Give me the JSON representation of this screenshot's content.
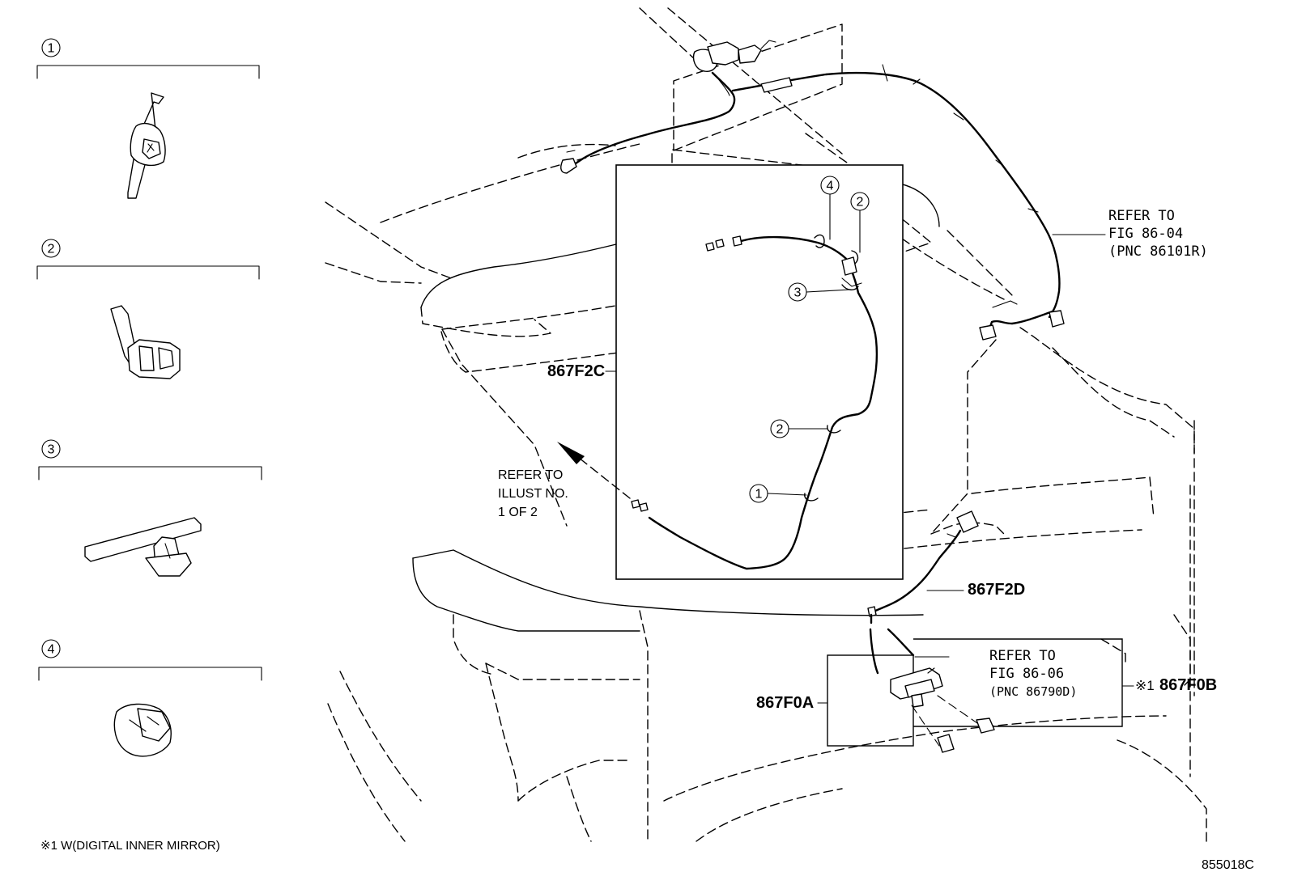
{
  "legend_items": [
    {
      "num": "1",
      "icon": "clip-1-icon"
    },
    {
      "num": "2",
      "icon": "clip-2-icon"
    },
    {
      "num": "3",
      "icon": "clip-3-icon"
    },
    {
      "num": "4",
      "icon": "clip-4-icon"
    }
  ],
  "callouts": {
    "inset_marks": [
      "4",
      "2",
      "3",
      "2",
      "1"
    ]
  },
  "part_numbers": {
    "f2c": "867F2C",
    "f2d": "867F2D",
    "f0a": "867F0A",
    "f0b": "867F0B"
  },
  "refer_fig_86_04": {
    "line1": "REFER TO",
    "line2": "FIG 86-04",
    "line3": "(PNC 86101R)"
  },
  "refer_illust": {
    "line1": "REFER TO",
    "line2": "ILLUST NO.",
    "line3": "1 OF 2"
  },
  "refer_fig_86_06": {
    "line1": "REFER TO",
    "line2": "FIG 86-06",
    "line3": "(PNC 86790D)"
  },
  "note_mark": "※1",
  "footnote": "※1 W(DIGITAL INNER MIRROR)",
  "diagram_id": "855018C"
}
